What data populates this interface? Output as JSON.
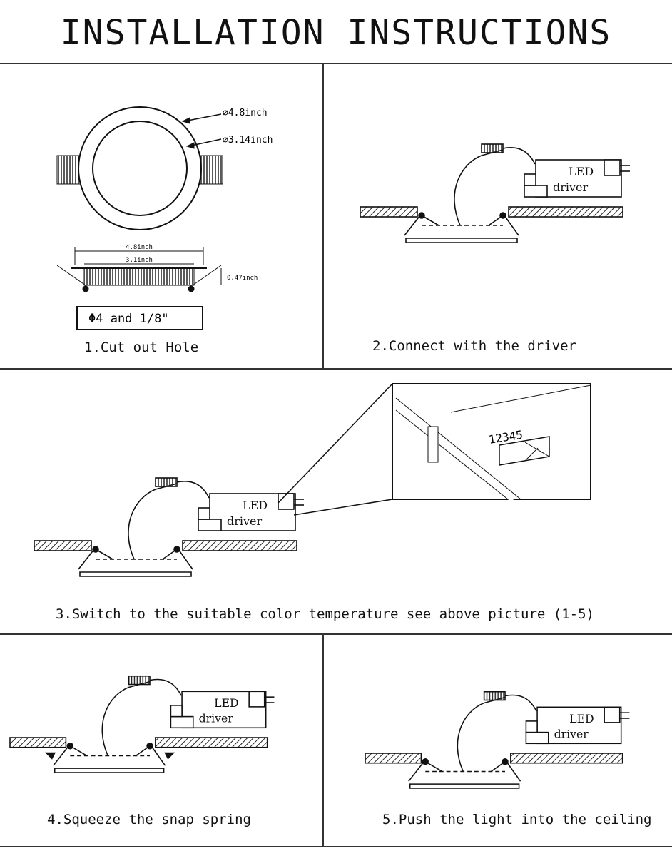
{
  "title": "INSTALLATION INSTRUCTIONS",
  "steps": [
    {
      "caption": "1.Cut out Hole"
    },
    {
      "caption": "2.Connect with the driver"
    },
    {
      "caption": "3.Switch to the suitable color temperature see above picture (1-5)"
    },
    {
      "caption": "4.Squeeze the snap spring"
    },
    {
      "caption": "5.Push the light into the ceiling"
    }
  ],
  "panel1": {
    "outer_diameter": "4.8inch",
    "inner_diameter": "3.14inch",
    "side_width": "4.8inch",
    "side_inner": "3.1inch",
    "thickness": "0.47inch",
    "hole_label": "4 and 1/8\"",
    "phi_symbol": "Φ",
    "diameter_symbol": "∅"
  },
  "driver": {
    "line1": "LED",
    "line2": "driver"
  },
  "switch_digits": "12345"
}
